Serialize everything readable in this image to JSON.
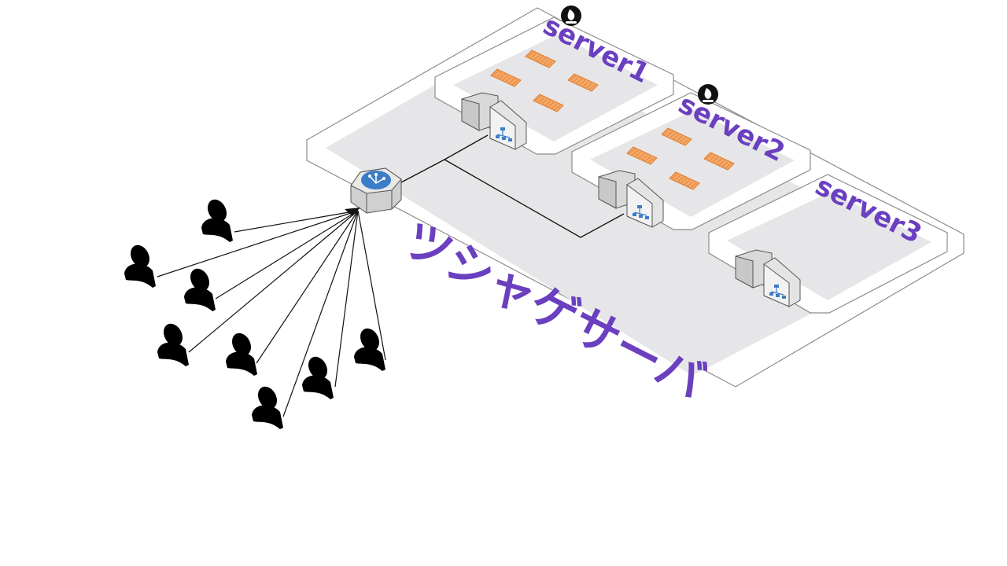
{
  "diagram": {
    "cluster_label": "ツシャゲサーバ",
    "servers": [
      {
        "name": "server1",
        "has_badge": true,
        "card_count": 4
      },
      {
        "name": "server2",
        "has_badge": true,
        "card_count": 4
      },
      {
        "name": "server3",
        "has_badge": false,
        "card_count": 0
      }
    ],
    "users": {
      "count": 8
    },
    "colors": {
      "label": "#6a3fc0",
      "card": "#f0a060",
      "card_stroke": "#e07a2a",
      "zone_fill": "#e6e6e8",
      "outline": "#8a8a8a",
      "gateway": "#3b7dc7"
    },
    "icons": {
      "gateway": "network-router-icon",
      "server": "server-stack-icon",
      "badge": "fire-badge-icon",
      "user": "user-icon"
    }
  }
}
